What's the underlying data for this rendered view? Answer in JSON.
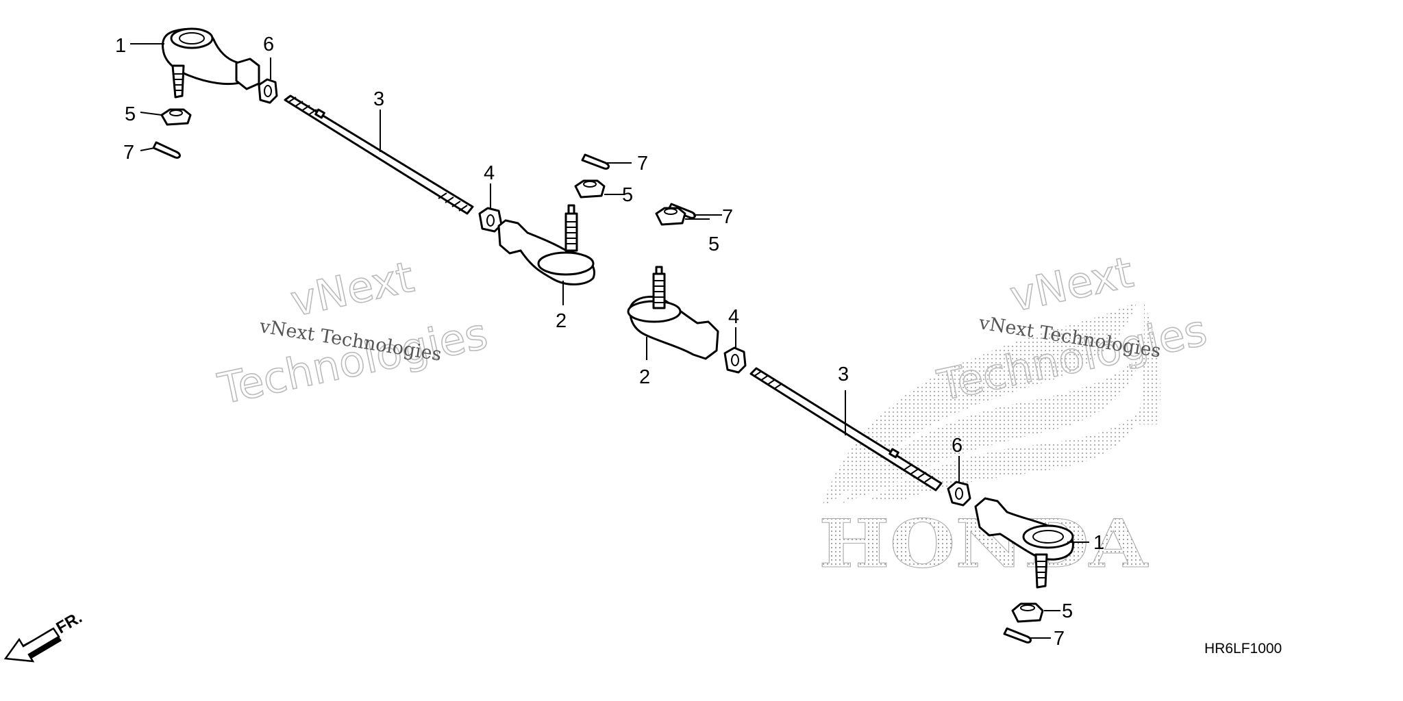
{
  "diagram": {
    "drawing_code": "HR6LF1000",
    "direction_label": "FR.",
    "brand_watermark": "HONDA",
    "watermark": {
      "line1": "vNext Technologies",
      "line2a": "vNext",
      "line2b": "Technologies"
    },
    "callouts": {
      "c1a": "1",
      "c6a": "6",
      "c5a": "5",
      "c7a": "7",
      "c3a": "3",
      "c4a": "4",
      "c7b": "7",
      "c5b": "5",
      "c2a": "2",
      "c7c": "7",
      "c5c": "5",
      "c4b": "4",
      "c2b": "2",
      "c3b": "3",
      "c6b": "6",
      "c1b": "1",
      "c5d": "5",
      "c7d": "7"
    }
  }
}
